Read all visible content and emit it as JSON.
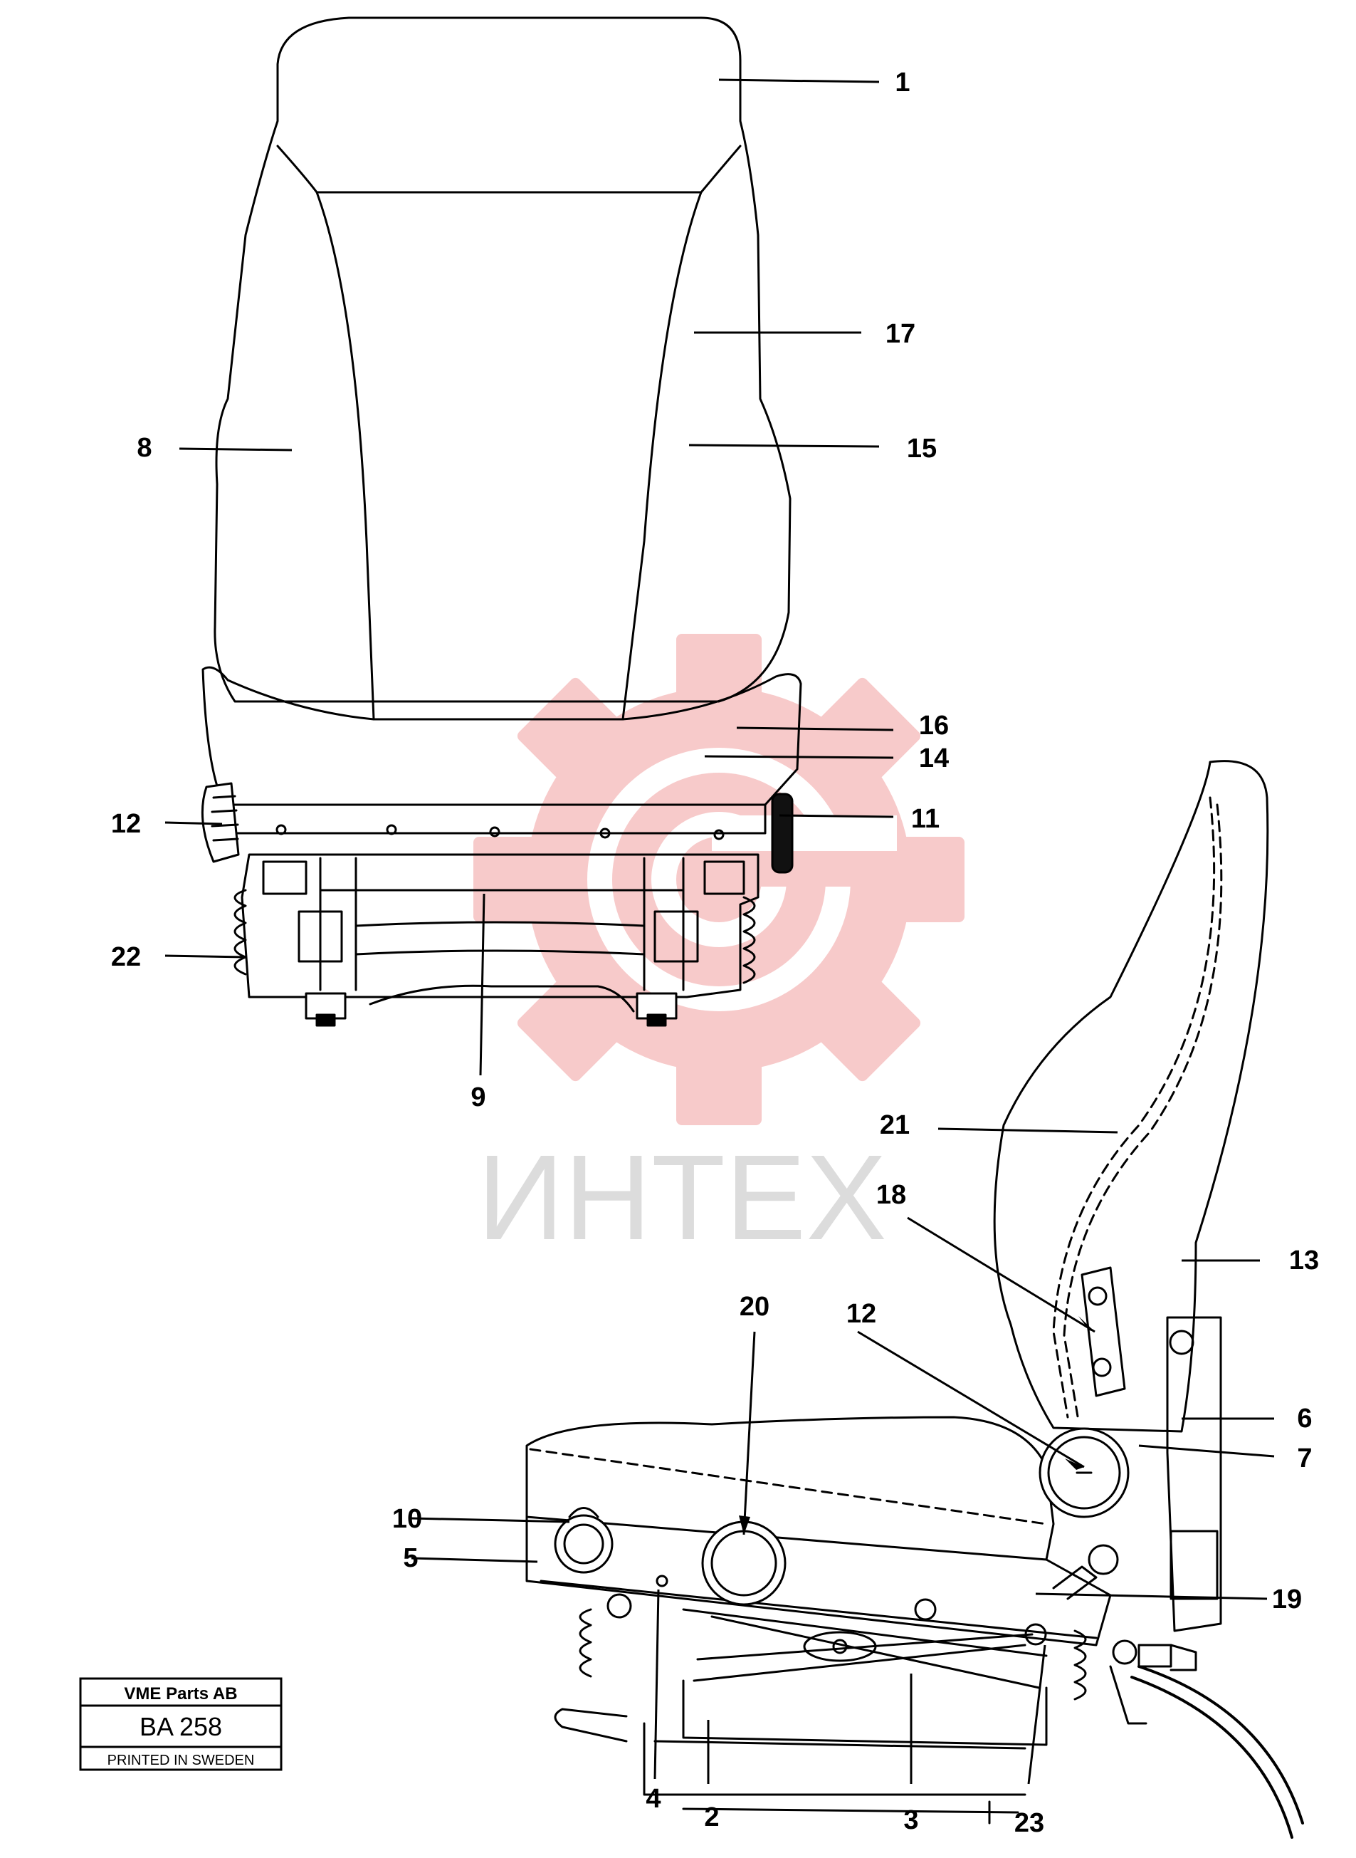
{
  "drawing": {
    "front_callouts": [
      "1",
      "17",
      "8",
      "15",
      "16",
      "14",
      "12",
      "11",
      "22",
      "9"
    ],
    "side_callouts": [
      "21",
      "18",
      "13",
      "20",
      "12",
      "6",
      "7",
      "10",
      "5",
      "19",
      "4",
      "2",
      "3",
      "23"
    ]
  },
  "watermark": {
    "text": "ИНТЕХ",
    "gear_color": "#f5b8b8",
    "text_color": "#dcdcdc"
  },
  "title_block": {
    "company": "VME Parts AB",
    "drawing_number": "BA 258",
    "imprint": "PRINTED IN SWEDEN"
  }
}
